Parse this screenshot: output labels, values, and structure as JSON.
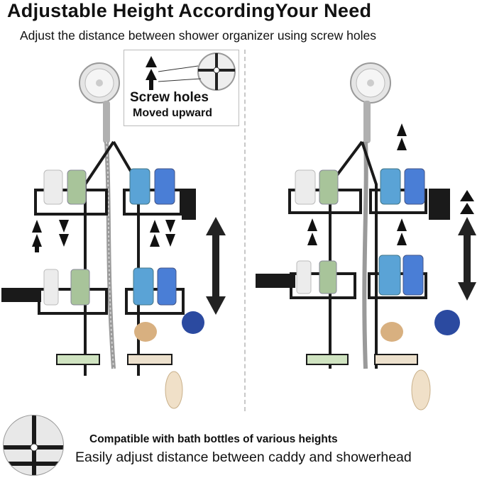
{
  "header": {
    "title": "Adjustable Height AccordingYour Need",
    "subtitle": "Adjust the distance between shower organizer using screw holes"
  },
  "inset": {
    "screw_label": "Screw holes",
    "moved_label": "Moved upward"
  },
  "footer": {
    "caption_bold": "Compatible with bath bottles of various heights",
    "caption": "Easily adjust distance between caddy and showerhead"
  },
  "colors": {
    "frame": "#1a1a1a",
    "bottle_blue": "#5aa3d6",
    "bottle_green": "#a8c49a",
    "bottle_white": "#ececec",
    "arrow": "#111111",
    "sponge_blue": "#2b4aa0",
    "soap_green": "#cfe3c0"
  },
  "icons": [
    "shower-head-icon",
    "up-arrow-icon",
    "down-arrow-icon",
    "double-headed-arrow-icon",
    "screw-icon"
  ]
}
